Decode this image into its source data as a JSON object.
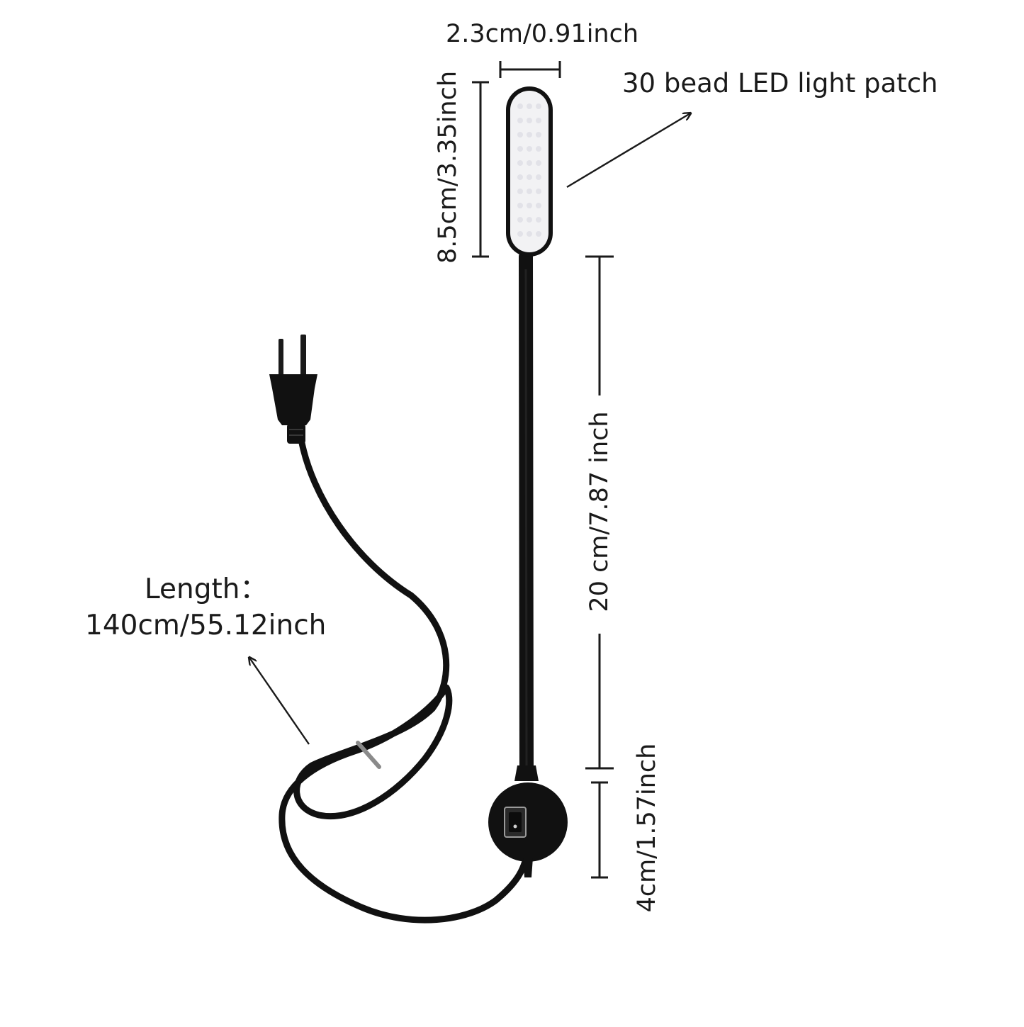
{
  "labels": {
    "width": "2.3cm/0.91inch",
    "patch": "30 bead LED light patch",
    "head_height": "8.5cm/3.35inch",
    "neck_length": "20 cm/7.87 inch",
    "base_size": "4cm/1.57inch",
    "cord_title": "Length：",
    "cord_value": "140cm/55.12inch"
  },
  "colors": {
    "ink": "#1a1a1a",
    "lamp_body": "#111111",
    "led_face": "#f2f2f4"
  }
}
